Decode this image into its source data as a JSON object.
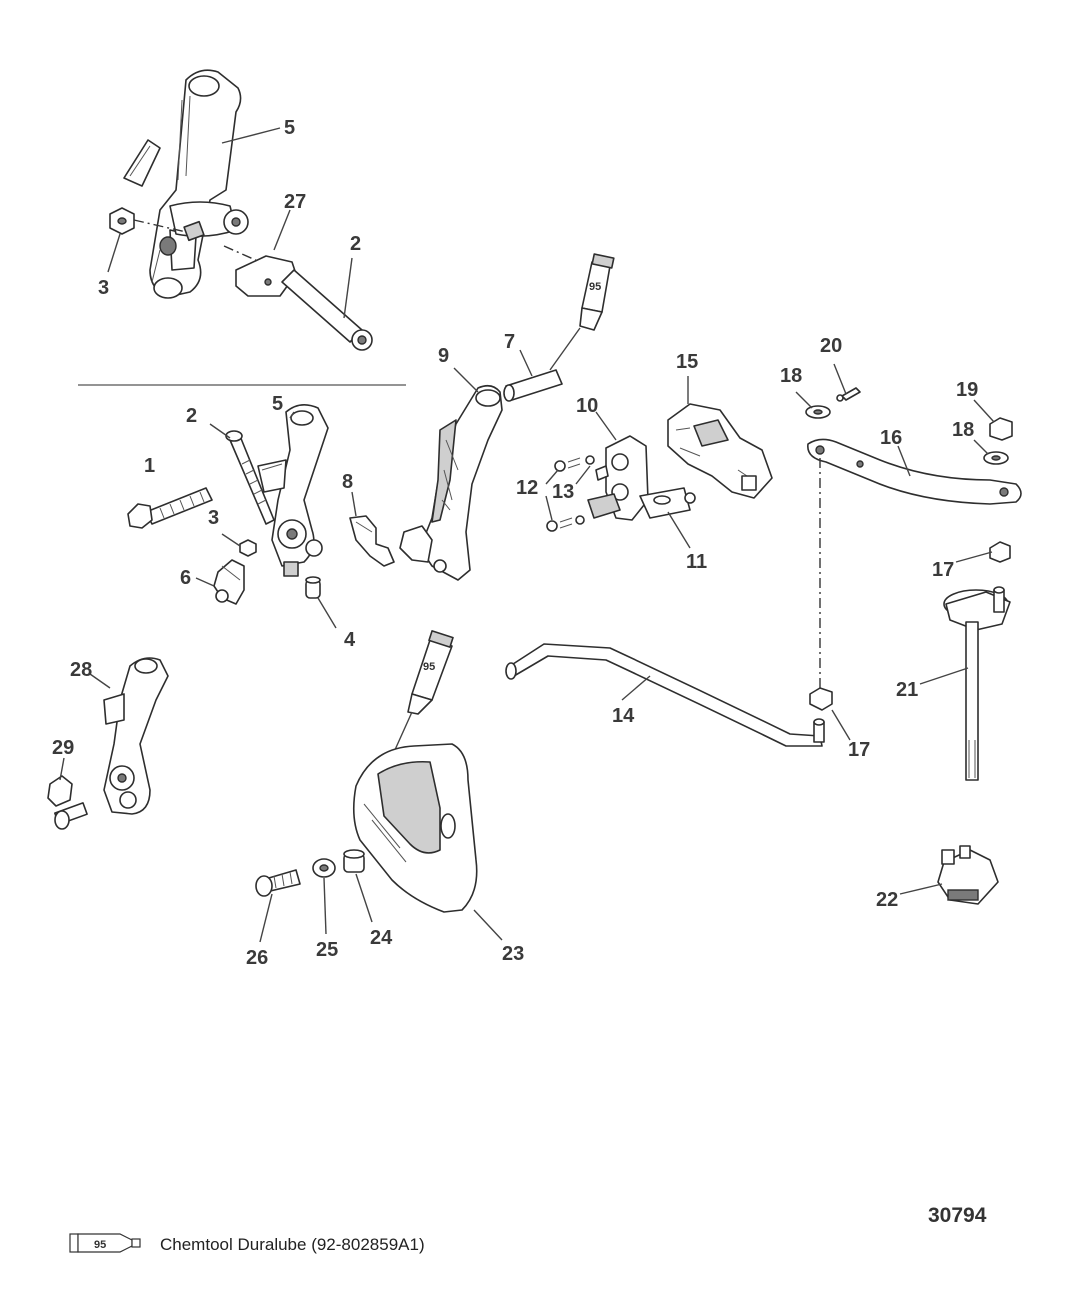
{
  "callouts": {
    "c5a": "5",
    "c27": "27",
    "c2a": "2",
    "c3a": "3",
    "c2b": "2",
    "c5b": "5",
    "c1": "1",
    "c3b": "3",
    "c6": "6",
    "c4": "4",
    "c8": "8",
    "c9": "9",
    "c7": "7",
    "c10": "10",
    "c12": "12",
    "c13": "13",
    "c11": "11",
    "c15": "15",
    "c20": "20",
    "c18a": "18",
    "c19": "19",
    "c18b": "18",
    "c16": "16",
    "c17a": "17",
    "c21": "21",
    "c14": "14",
    "c17b": "17",
    "c28": "28",
    "c29": "29",
    "c22": "22",
    "c26": "26",
    "c25": "25",
    "c24": "24",
    "c23": "23"
  },
  "tube_label": "95",
  "figure_number": "30794",
  "legend": {
    "tube_label": "95",
    "text": "Chemtool Duralube (92-802859A1)"
  }
}
